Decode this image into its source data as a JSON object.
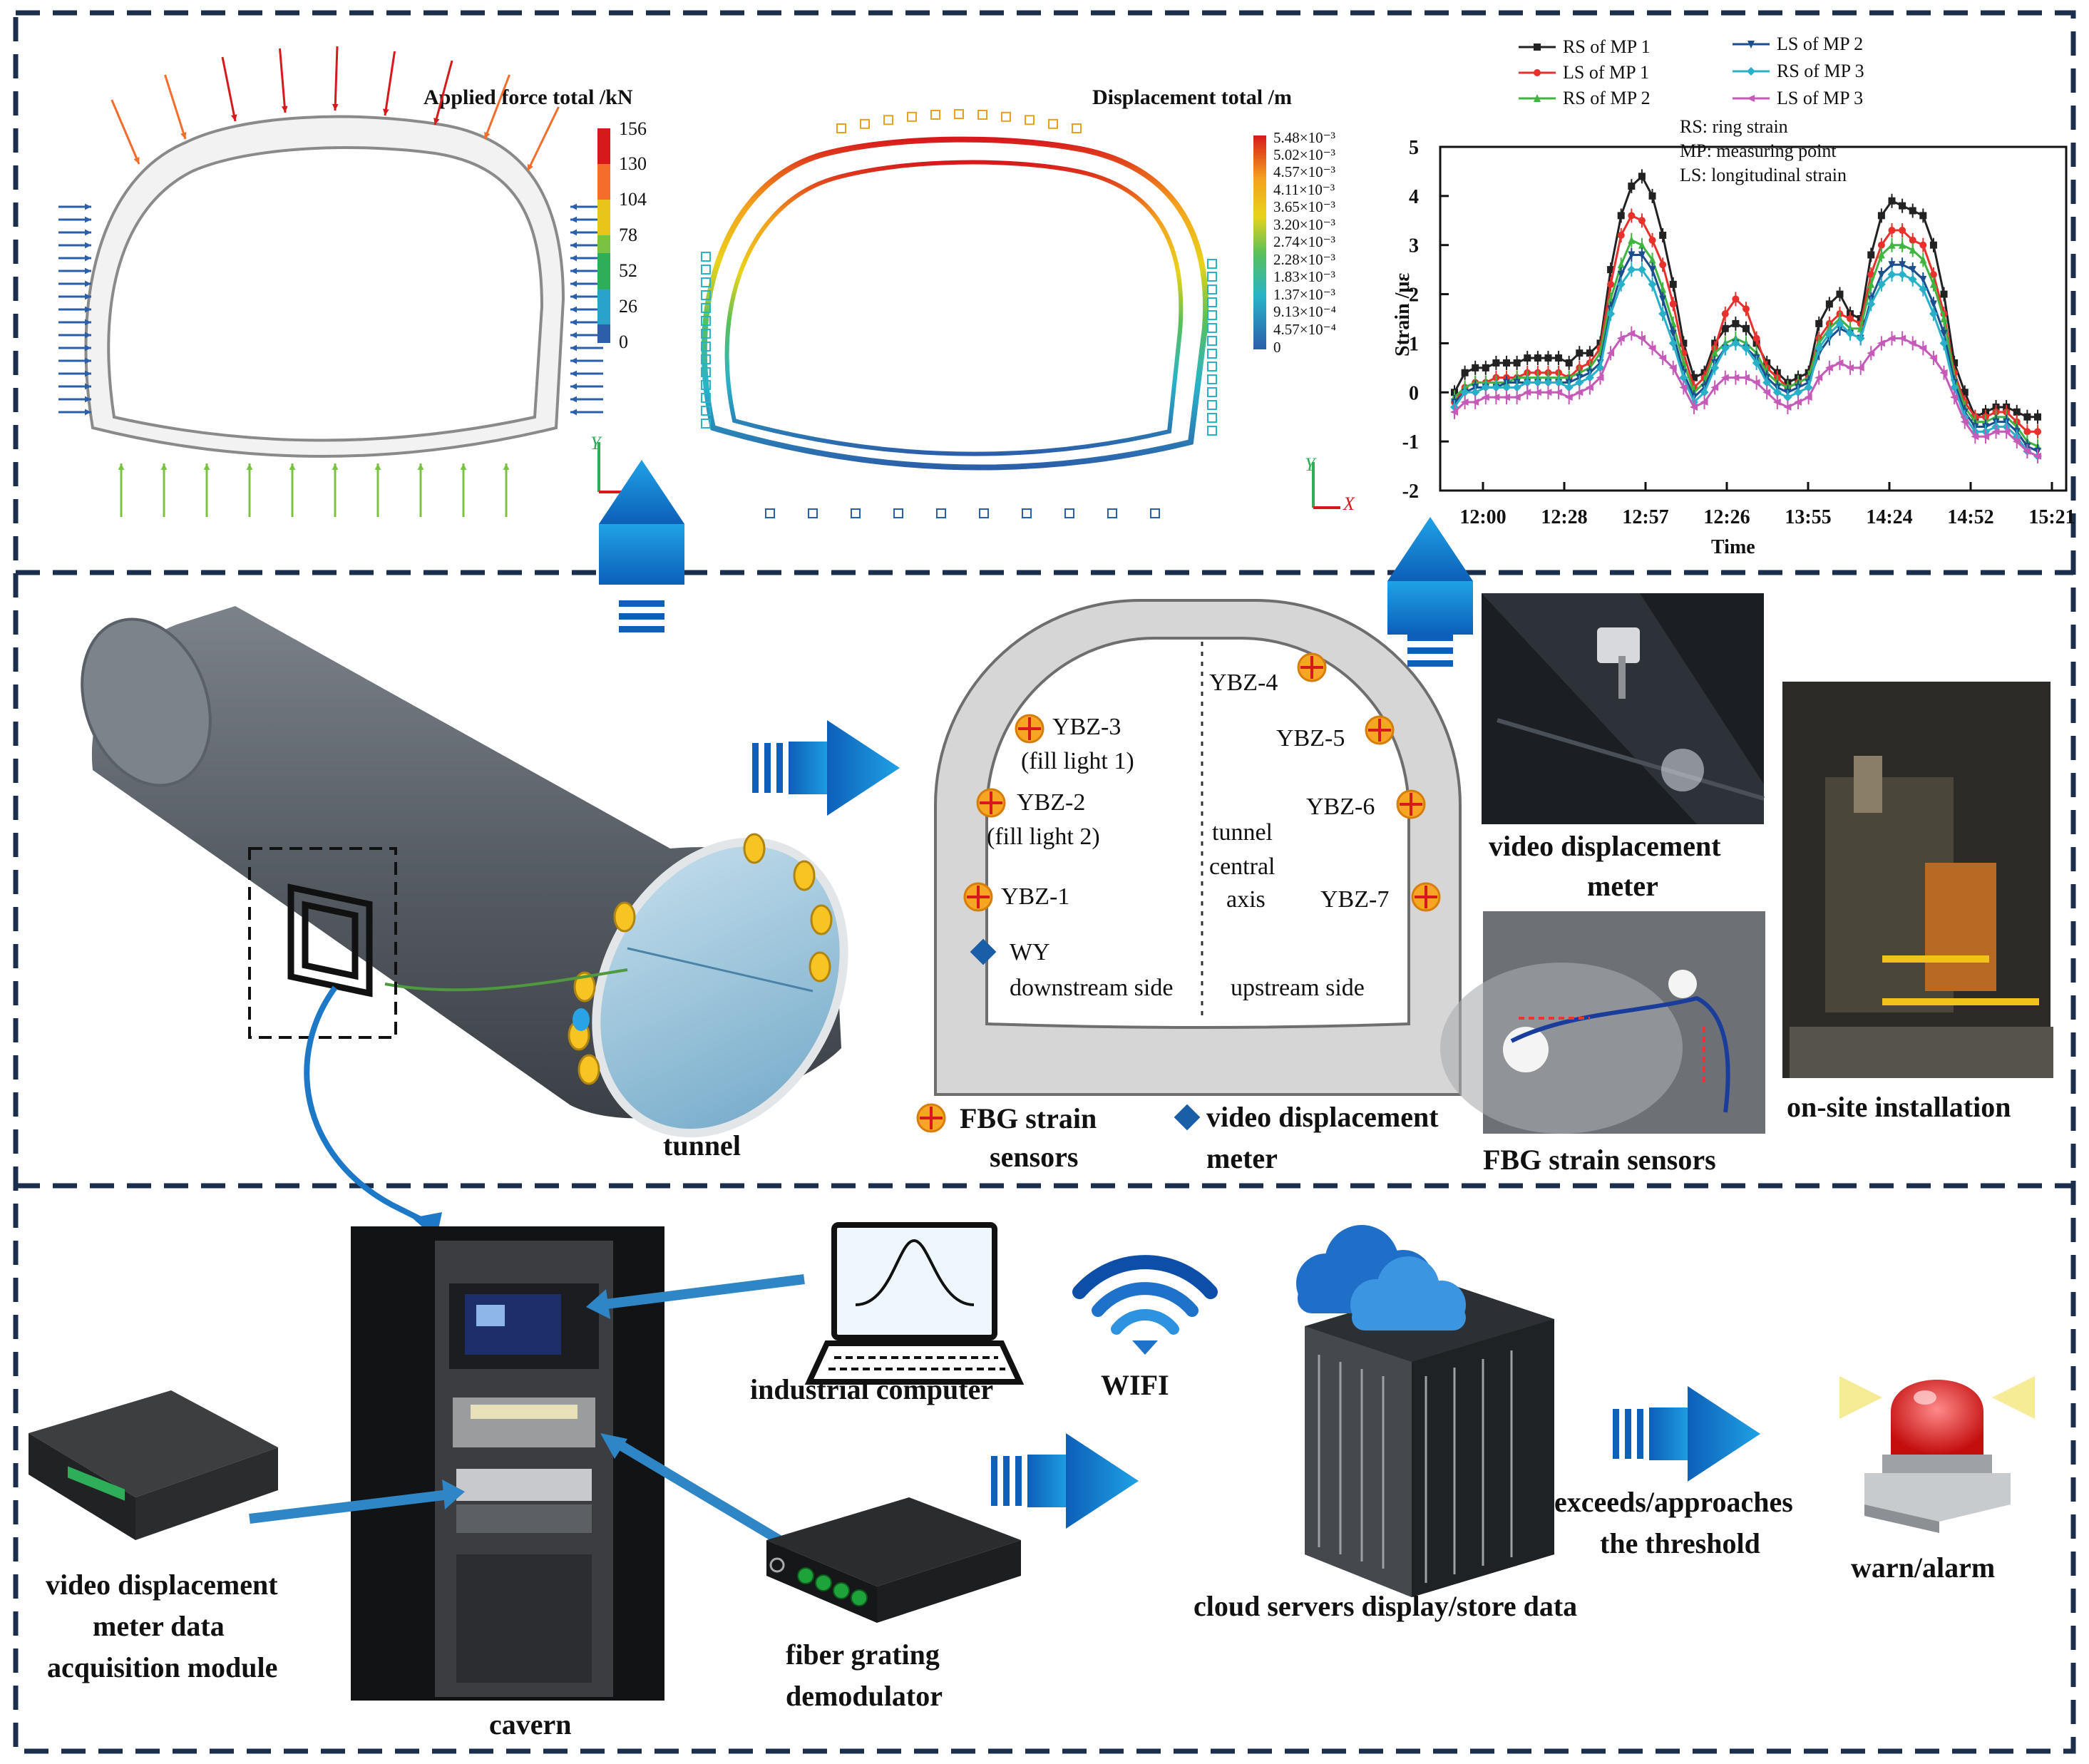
{
  "panel1": {
    "force_title": "Applied force total /kN",
    "force_scale": [
      "156",
      "130",
      "104",
      "78",
      "52",
      "26",
      "0"
    ],
    "force_colors": [
      "#d7191c",
      "#f46d2b",
      "#e8c51a",
      "#7cc242",
      "#2fae5a",
      "#29a3c9",
      "#2c5faa"
    ],
    "disp_title": "Displacement total /m",
    "disp_scale": [
      "5.48×10⁻³",
      "5.02×10⁻³",
      "4.57×10⁻³",
      "4.11×10⁻³",
      "3.65×10⁻³",
      "3.20×10⁻³",
      "2.74×10⁻³",
      "2.28×10⁻³",
      "1.83×10⁻³",
      "1.37×10⁻³",
      "9.13×10⁻⁴",
      "4.57×10⁻⁴",
      "0"
    ],
    "axis_y": "Y",
    "axis_x": "X"
  },
  "chart_data": {
    "type": "line",
    "title": "",
    "xlabel": "Time",
    "ylabel": "Strain /με",
    "x_ticks": [
      "12:00",
      "12:28",
      "12:57",
      "12:26",
      "13:55",
      "14:24",
      "14:52",
      "15:21"
    ],
    "y_ticks": [
      "5",
      "4",
      "3",
      "2",
      "1",
      "0",
      "-1",
      "-2"
    ],
    "ylim": [
      -2,
      5
    ],
    "x_positions": [
      0,
      1,
      2,
      3,
      4,
      5,
      6,
      7,
      8,
      9,
      10,
      11,
      12,
      13,
      14,
      15,
      16,
      17,
      18,
      19,
      20,
      21,
      22,
      23,
      24,
      25,
      26,
      27,
      28,
      29,
      30,
      31,
      32,
      33,
      34,
      35,
      36,
      37,
      38,
      39,
      40,
      41,
      42,
      43,
      44,
      45,
      46,
      47,
      48,
      49,
      50,
      51,
      52,
      53,
      54,
      55,
      56
    ],
    "series": [
      {
        "name": "RS of MP 1",
        "color": "#222222",
        "marker": "square",
        "values": [
          0,
          0.4,
          0.5,
          0.5,
          0.6,
          0.6,
          0.6,
          0.7,
          0.7,
          0.7,
          0.7,
          0.6,
          0.8,
          0.8,
          1.0,
          2.5,
          3.6,
          4.2,
          4.4,
          4.0,
          3.2,
          2.2,
          1.0,
          0.3,
          0.4,
          1.0,
          1.3,
          1.4,
          1.3,
          1.0,
          0.6,
          0.4,
          0.2,
          0.3,
          0.4,
          1.4,
          1.8,
          2.0,
          1.6,
          1.5,
          2.8,
          3.6,
          3.9,
          3.8,
          3.7,
          3.6,
          3.0,
          2.0,
          0.6,
          0.0,
          -0.5,
          -0.4,
          -0.3,
          -0.3,
          -0.4,
          -0.5,
          -0.5
        ]
      },
      {
        "name": "LS of MP 1",
        "color": "#e8312c",
        "marker": "circle",
        "values": [
          -0.2,
          0.1,
          0.2,
          0.2,
          0.3,
          0.3,
          0.3,
          0.4,
          0.4,
          0.4,
          0.4,
          0.3,
          0.5,
          0.6,
          0.9,
          2.2,
          3.2,
          3.6,
          3.5,
          3.1,
          2.6,
          1.8,
          0.8,
          0.1,
          0.3,
          0.9,
          1.6,
          1.9,
          1.7,
          1.1,
          0.5,
          0.3,
          0.1,
          0.2,
          0.3,
          1.1,
          1.4,
          1.6,
          1.5,
          1.4,
          2.4,
          3.0,
          3.3,
          3.3,
          3.1,
          3.0,
          2.4,
          1.6,
          0.4,
          -0.2,
          -0.5,
          -0.5,
          -0.4,
          -0.4,
          -0.6,
          -0.8,
          -0.8
        ]
      },
      {
        "name": "RS of MP 2",
        "color": "#3fb540",
        "marker": "triangle",
        "values": [
          -0.1,
          0.1,
          0.2,
          0.2,
          0.2,
          0.2,
          0.3,
          0.3,
          0.3,
          0.3,
          0.3,
          0.3,
          0.4,
          0.5,
          0.8,
          1.9,
          2.6,
          3.1,
          3.0,
          2.7,
          2.1,
          1.4,
          0.6,
          0.0,
          0.2,
          0.8,
          1.0,
          1.1,
          1.0,
          0.8,
          0.4,
          0.2,
          0.1,
          0.2,
          0.3,
          1.0,
          1.3,
          1.5,
          1.3,
          1.3,
          2.2,
          2.8,
          3.0,
          3.0,
          2.9,
          2.7,
          2.2,
          1.5,
          0.3,
          -0.3,
          -0.6,
          -0.6,
          -0.5,
          -0.5,
          -0.7,
          -1.0,
          -1.1
        ]
      },
      {
        "name": "LS of MP 2",
        "color": "#1b4d8f",
        "marker": "triangle-down",
        "values": [
          -0.2,
          0.0,
          0.1,
          0.1,
          0.1,
          0.2,
          0.2,
          0.2,
          0.2,
          0.2,
          0.2,
          0.2,
          0.3,
          0.4,
          0.6,
          1.7,
          2.4,
          2.8,
          2.8,
          2.5,
          1.9,
          1.2,
          0.4,
          -0.1,
          0.1,
          0.6,
          0.9,
          1.0,
          0.9,
          0.7,
          0.3,
          0.1,
          0.0,
          0.1,
          0.2,
          0.8,
          1.1,
          1.3,
          1.2,
          1.1,
          1.9,
          2.4,
          2.6,
          2.6,
          2.5,
          2.3,
          1.8,
          1.2,
          0.2,
          -0.4,
          -0.7,
          -0.7,
          -0.6,
          -0.6,
          -0.8,
          -1.1,
          -1.2
        ]
      },
      {
        "name": "RS of MP 3",
        "color": "#29b0c9",
        "marker": "diamond",
        "values": [
          -0.3,
          0.0,
          0.0,
          0.1,
          0.1,
          0.1,
          0.1,
          0.2,
          0.2,
          0.2,
          0.2,
          0.1,
          0.2,
          0.3,
          0.5,
          1.6,
          2.2,
          2.5,
          2.5,
          2.2,
          1.6,
          1.0,
          0.3,
          -0.2,
          0.0,
          0.5,
          0.9,
          1.0,
          0.9,
          0.6,
          0.2,
          0.0,
          -0.1,
          0.0,
          0.1,
          0.9,
          1.2,
          1.4,
          1.2,
          1.1,
          1.8,
          2.2,
          2.4,
          2.4,
          2.3,
          2.1,
          1.6,
          1.0,
          0.1,
          -0.5,
          -0.8,
          -0.8,
          -0.7,
          -0.7,
          -0.9,
          -1.2,
          -1.3
        ]
      },
      {
        "name": "LS of MP 3",
        "color": "#c55ab8",
        "marker": "triangle-left",
        "values": [
          -0.4,
          -0.2,
          -0.2,
          -0.1,
          -0.1,
          -0.1,
          -0.1,
          0.0,
          0.0,
          0.0,
          0.0,
          -0.1,
          0.0,
          0.1,
          0.3,
          0.8,
          1.1,
          1.2,
          1.1,
          0.9,
          0.7,
          0.5,
          0.1,
          -0.3,
          -0.2,
          0.1,
          0.3,
          0.3,
          0.3,
          0.2,
          0.0,
          -0.2,
          -0.3,
          -0.2,
          -0.1,
          0.3,
          0.5,
          0.6,
          0.5,
          0.5,
          0.8,
          1.0,
          1.1,
          1.1,
          1.0,
          0.9,
          0.7,
          0.4,
          -0.1,
          -0.6,
          -0.9,
          -0.9,
          -0.8,
          -0.8,
          -1.0,
          -1.2,
          -1.3
        ]
      }
    ],
    "notes": [
      "RS: ring strain",
      "MP: measuring point",
      "LS: longitudinal strain"
    ]
  },
  "panel2": {
    "tunnel_label": "tunnel",
    "sensors_right": [
      "YBZ-4",
      "YBZ-5",
      "YBZ-6",
      "YBZ-7"
    ],
    "sensors_left": [
      "YBZ-3",
      "(fill light 1)",
      "YBZ-2",
      "(fill light 2)",
      "YBZ-1"
    ],
    "wy_label": "WY",
    "axis_label": [
      "tunnel",
      "central",
      "axis"
    ],
    "downstream": "downstream side",
    "upstream": "upstream side",
    "legend_fbg": [
      "FBG strain",
      "sensors"
    ],
    "legend_video": [
      "video displacement",
      "meter"
    ],
    "photo_video": [
      "video displacement",
      "meter"
    ],
    "photo_fbg": "FBG strain sensors",
    "photo_install": "on-site installation"
  },
  "panel3": {
    "module_label": [
      "video displacement",
      "meter data",
      "acquisition module"
    ],
    "cavern_label": "cavern",
    "computer_label": "industrial computer",
    "demod_label": [
      "fiber grating",
      "demodulator"
    ],
    "wifi_label": "WIFI",
    "cloud_label": "cloud servers display/store data",
    "threshold_label": [
      "exceeds/approaches",
      "the threshold"
    ],
    "alarm_label": "warn/alarm"
  }
}
